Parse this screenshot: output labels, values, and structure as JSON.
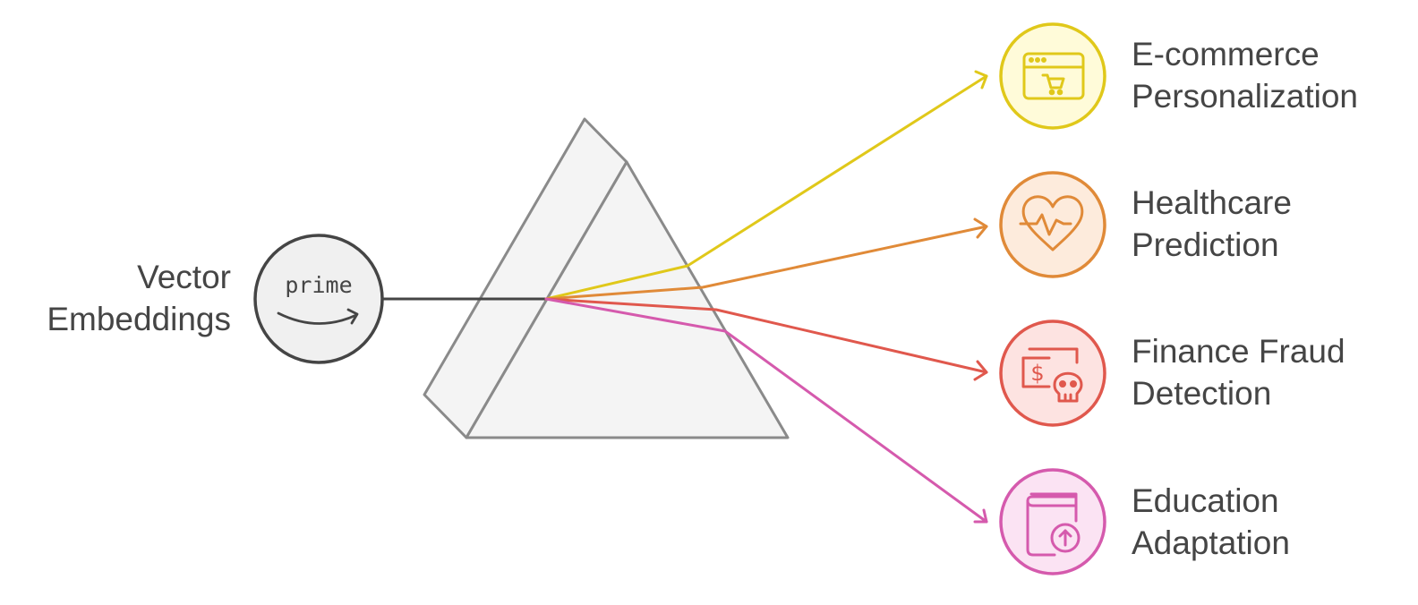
{
  "source": {
    "label_lines": [
      "Vector",
      "Embeddings"
    ],
    "logo_text": "prime",
    "icon": "amazon-prime-logo-icon"
  },
  "outputs": [
    {
      "label_lines": [
        "E-commerce",
        "Personalization"
      ],
      "icon": "shopping-cart-window-icon",
      "color": "#e0c81a",
      "fill": "#fffbd9"
    },
    {
      "label_lines": [
        "Healthcare",
        "Prediction"
      ],
      "icon": "heart-pulse-icon",
      "color": "#e08a38",
      "fill": "#fdebdc"
    },
    {
      "label_lines": [
        "Finance Fraud",
        "Detection"
      ],
      "icon": "money-skull-icon",
      "color": "#e0584d",
      "fill": "#fde3e1"
    },
    {
      "label_lines": [
        "Education",
        "Adaptation"
      ],
      "icon": "book-upload-icon",
      "color": "#d55aad",
      "fill": "#fbe3f3"
    }
  ],
  "colors": {
    "text": "#454545",
    "stroke": "#454545",
    "prism_stroke": "#8a8a8a",
    "prism_fill": "#f4f4f4",
    "source_fill": "#f0f0f0"
  }
}
